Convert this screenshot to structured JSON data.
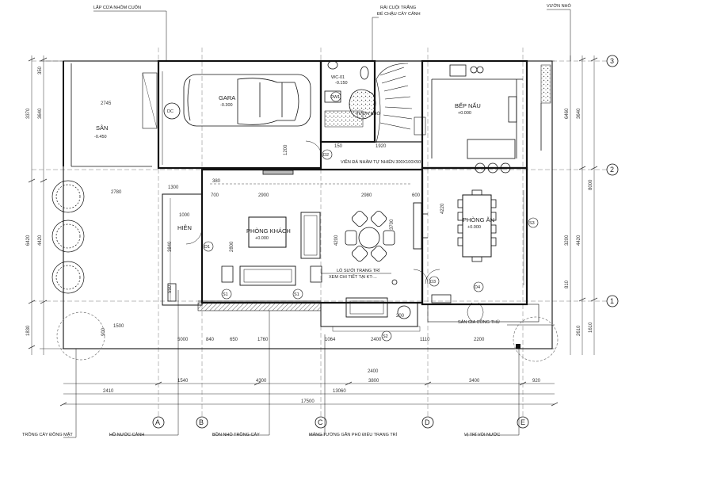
{
  "callouts": {
    "top_left": "LẮP CỬA NHÔM CUỐN",
    "top_mid_1": "RẢI CUỘI TRẮNG",
    "top_mid_2": "ĐỂ CHẬU CÂY CẢNH",
    "top_right": "VƯỜN NHỎ",
    "bottom_1": "TRỒNG CÂY ĐỒNG MẶT",
    "bottom_2": "HỒ NƯỚC CẢNH",
    "bottom_3": "BỒN NHỎ TRỒNG CÂY",
    "bottom_4": "MẢNG TƯỜNG GẮN PHÙ ĐIÊU TRANG TRÍ",
    "bottom_5": "VỊ TRÍ VÒI NƯỚC"
  },
  "rooms": {
    "san_name": "SÂN",
    "san_level": "-0.450",
    "gara_name": "GARA",
    "gara_level": "-0.300",
    "wc_name": "WC-01",
    "wc_level": "-0.150",
    "bep_name": "BẾP NẤU",
    "bep_level": "+0.000",
    "khach_name": "PHÒNG KHÁCH",
    "khach_level": "+0.000",
    "an_name": "PHÒNG ĂN",
    "an_level": "+0.000",
    "hien_name": "HIÊN",
    "vuon_nho": "VƯỜN NHỎ"
  },
  "notes": {
    "vien_da": "VIỀN ĐÁ NHÂM TỰ NHIÊN 300X100X50",
    "lo_suoi_1": "LÒ SƯỞI TRANG TRÍ",
    "lo_suoi_2": "XEM CHI TIẾT TẠI KT-...",
    "san_gia_cong": "SẢN GIA CÔNG THỦ"
  },
  "tags": {
    "dc": "DC",
    "d1": "D1",
    "d2": "D2",
    "d3": "D3",
    "d4": "D4",
    "s1a": "S1",
    "s1b": "S1",
    "s2": "S2",
    "s3": "S3",
    "dw1": "DW1"
  },
  "grid": {
    "cols": [
      "A",
      "B",
      "C",
      "D",
      "E"
    ],
    "rows": [
      "3",
      "2",
      "1"
    ]
  },
  "dims": {
    "bottom_row1": [
      "1540",
      "4300",
      "3800",
      "3400",
      "920"
    ],
    "bottom_row2": [
      "2410",
      "13060"
    ],
    "bottom_total": "17500",
    "bottom_row0": [
      "2400"
    ],
    "left_col": [
      "3640",
      "4420",
      "6420"
    ],
    "right_col": [
      "3640",
      "8000",
      "4420",
      "3200"
    ],
    "misc": [
      "2745",
      "2780",
      "2900",
      "2980",
      "700",
      "600",
      "1920",
      "1200",
      "1000",
      "3840",
      "2800",
      "4200",
      "3700",
      "1760",
      "2400",
      "1110",
      "2200",
      "1064",
      "5000",
      "840",
      "650",
      "1500",
      "1830",
      "900",
      "810",
      "1610",
      "2610",
      "6460",
      "4220",
      "3370",
      "1300",
      "350",
      "380",
      "150",
      "550",
      "200"
    ]
  }
}
